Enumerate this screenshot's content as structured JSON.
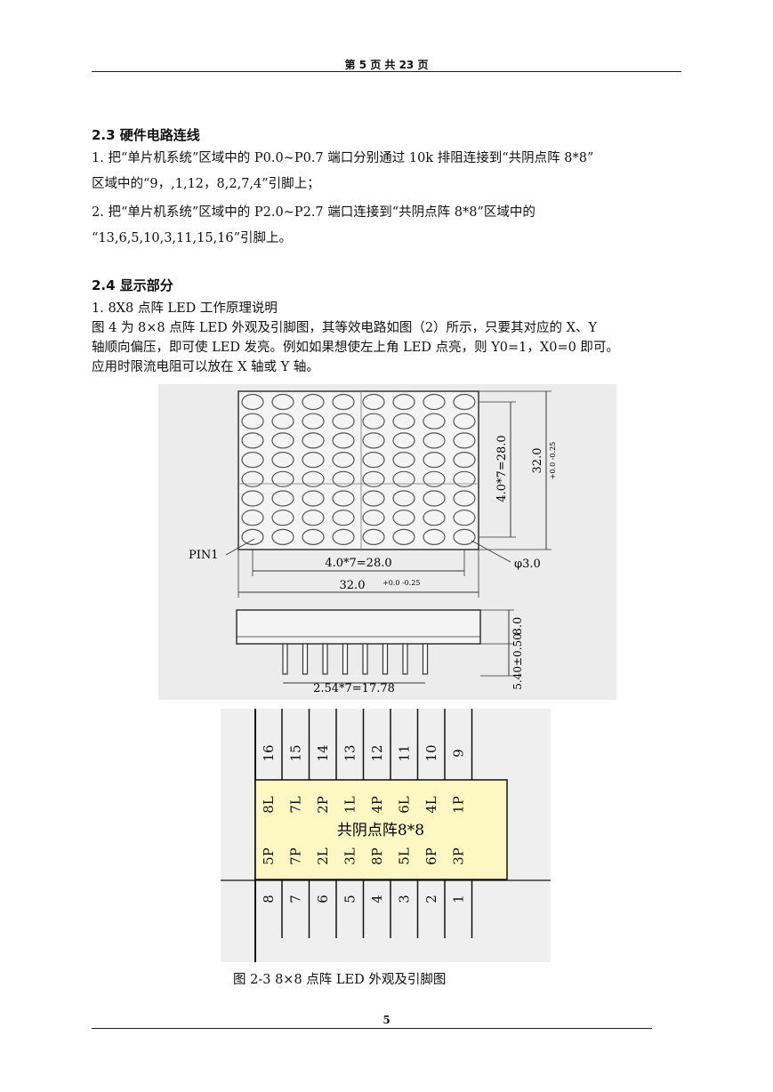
{
  "header": {
    "page_label": "第 5 页 共 23 页"
  },
  "section_2_3": {
    "title": "2.3 硬件电路连线",
    "item1_line1": "1.  把“单片机系统”区域中的 P0.0~P0.7 端口分别通过 10k 排阻连接到“共阴点阵 8*8”",
    "item1_line2": "区域中的“9，,1,12，8,2,7,4”引脚上；",
    "item2_line1": "2.  把“单片机系统”区域中的 P2.0~P2.7 端口连接到“共阴点阵 8*8”区域中的",
    "item2_line2": "“13,6,5,10,3,11,15,16”引脚上。"
  },
  "section_2_4": {
    "title": "2.4 显示部分",
    "item1": "1.   8X8  点阵 LED 工作原理说明",
    "para_line1": "图 4 为 8×8 点阵 LED 外观及引脚图，其等效电路如图（2）所示，只要其对应的 X、Y",
    "para_line2": "轴顺向偏压，即可使 LED 发亮。例如如果想使左上角 LED 点亮，则 Y0=1，X0=0 即可。",
    "para_line3": "应用时限流电阻可以放在 X 轴或 Y 轴。"
  },
  "figure_top": {
    "pin_label": "PIN1",
    "dim_inner_h": "4.0*7=28.0",
    "dim_outer_h": "32.0",
    "dim_outer_h_tol": "+0.0 -0.25",
    "dim_inner_v": "4.0*7=28.0",
    "dim_outer_v": "32.0",
    "dim_outer_v_tol": "+0.0 -0.25",
    "dim_dot": "φ3.0",
    "dim_height": "8.0",
    "dim_pin_len": "5.40±0.50",
    "dim_pitch": "2.54*7=17.78"
  },
  "figure_pins": {
    "top_pins": [
      "16",
      "15",
      "14",
      "13",
      "12",
      "11",
      "10",
      "9"
    ],
    "top_labels": [
      "8L",
      "7L",
      "2P",
      "1L",
      "4P",
      "6L",
      "4L",
      "1P"
    ],
    "chip_title": "共阴点阵8*8",
    "bottom_labels": [
      "5P",
      "7P",
      "2L",
      "3L",
      "8P",
      "5L",
      "6P",
      "3P"
    ],
    "bottom_pins": [
      "8",
      "7",
      "6",
      "5",
      "4",
      "3",
      "2",
      "1"
    ]
  },
  "caption": "图 2-3    8×8 点阵 LED 外观及引脚图",
  "footer": {
    "page_number": "5"
  }
}
